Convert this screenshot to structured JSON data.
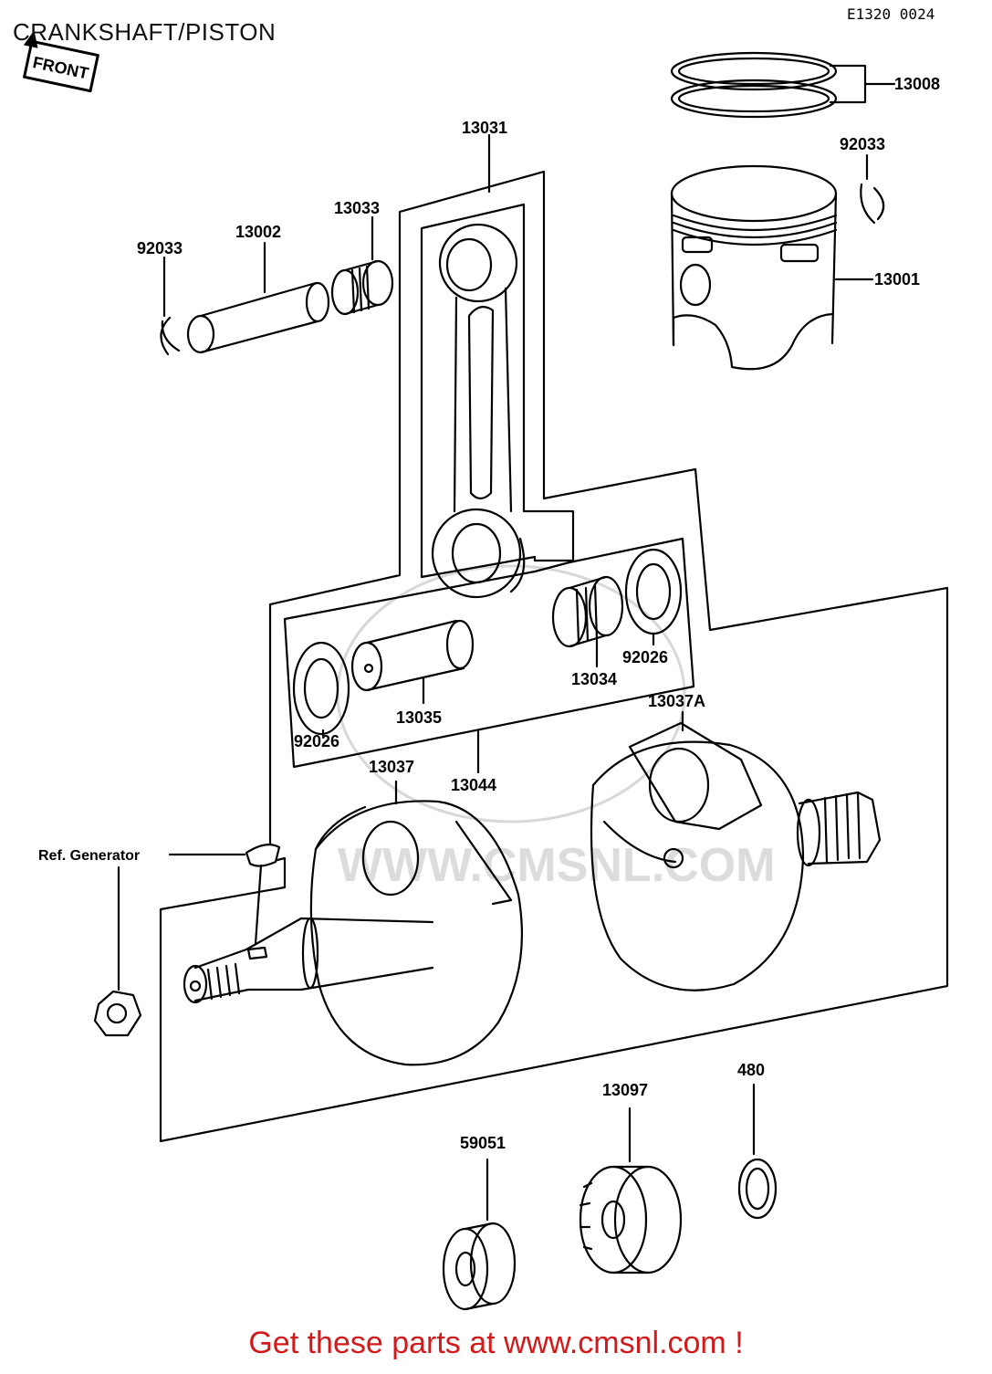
{
  "title": "CRANKSHAFT/PISTON",
  "drawing_code": "E1320 0024",
  "front_marker": "FRONT",
  "watermark": "WWW.CMSNL.COM",
  "reference_label": "Ref. Generator",
  "footer_text": "Get these parts at www.cmsnl.com !",
  "colors": {
    "line": "#000000",
    "footer": "#d4191b",
    "watermark": "#d8d8d8",
    "background": "#ffffff"
  },
  "parts": {
    "p13008": "13008",
    "p92033_right": "92033",
    "p13031": "13031",
    "p13033": "13033",
    "p13002": "13002",
    "p92033_left": "92033",
    "p13001": "13001",
    "p92026_right": "92026",
    "p13034": "13034",
    "p13035": "13035",
    "p92026_left": "92026",
    "p13037A": "13037A",
    "p13037": "13037",
    "p13044": "13044",
    "p13097": "13097",
    "p480": "480",
    "p59051": "59051"
  }
}
